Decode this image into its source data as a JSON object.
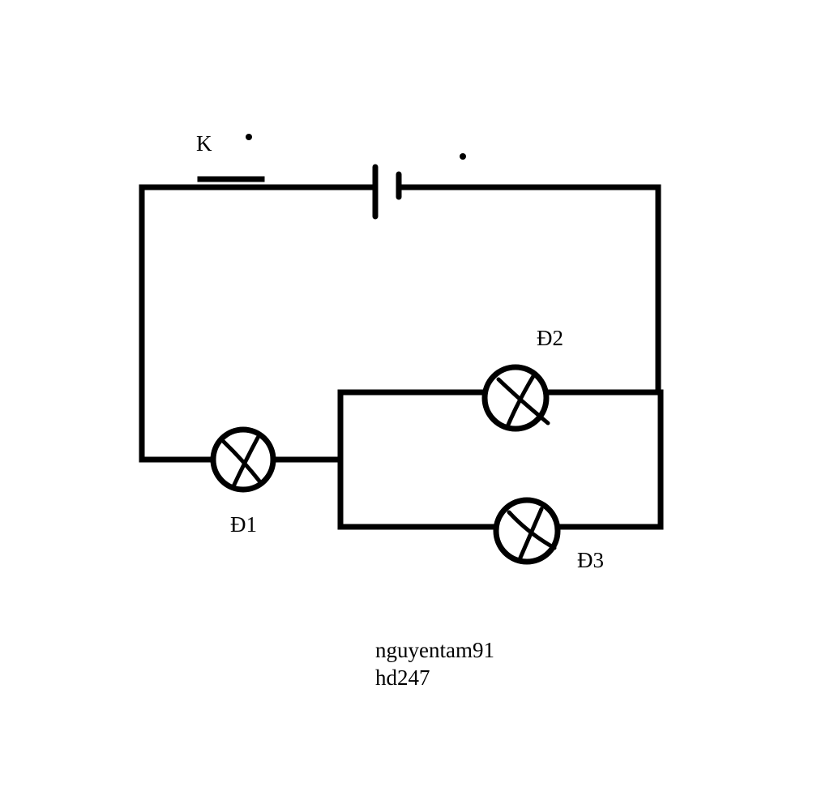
{
  "labels": {
    "switch": "K",
    "lamp1": "Đ1",
    "lamp2": "Đ2",
    "lamp3": "Đ3"
  },
  "credit": {
    "author": "nguyentam91",
    "site": "hd247"
  }
}
